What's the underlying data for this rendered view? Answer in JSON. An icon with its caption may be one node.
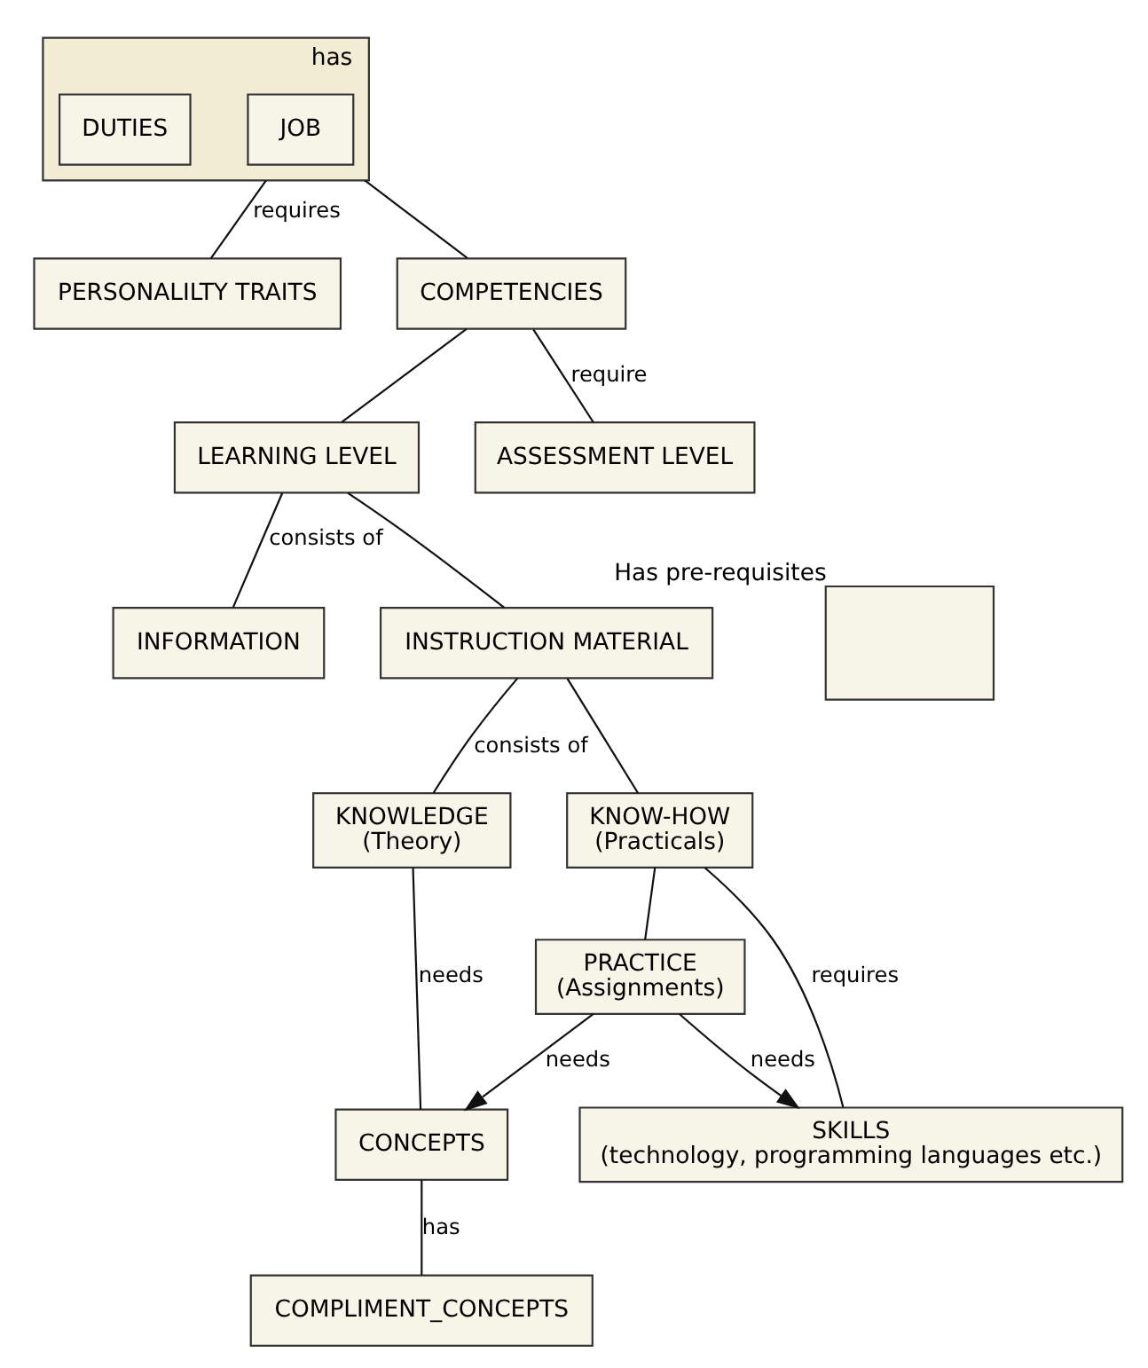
{
  "diagram": {
    "nodes": [
      {
        "text": [
          "has"
        ]
      },
      {
        "text": [
          "JOB"
        ],
        "in": 0
      },
      {
        "text": [
          "DUTIES"
        ],
        "in": 0
      },
      {
        "text": [
          "PERSONALILTY TRAITS"
        ]
      },
      {
        "text": [
          "COMPETENCIES"
        ]
      },
      {
        "text": [
          "LEARNING LEVEL"
        ]
      },
      {
        "text": [
          "ASSESSMENT LEVEL"
        ]
      },
      {
        "text": [
          "INFORMATION"
        ]
      },
      {
        "text": [
          "INSTRUCTION MATERIAL"
        ]
      },
      {
        "text": [
          "Has pre-requisites"
        ]
      },
      {
        "text": [
          "KNOWLEDGE",
          "(Theory)"
        ]
      },
      {
        "text": [
          "KNOW-HOW",
          "(Practicals)"
        ]
      },
      {
        "text": [
          "CONCEPTS"
        ]
      },
      {
        "text": [
          "COMPLIMENT_CONCEPTS"
        ]
      },
      {
        "text": [
          "PRACTICE",
          "(Assignments)"
        ]
      },
      {
        "text": [
          "SKILLS",
          "(technology, programming languages etc.)"
        ]
      }
    ],
    "edges": [
      {
        "from": 0,
        "to": 3,
        "arrow": "none",
        "label": "requires"
      },
      {
        "from": 0,
        "to": 4,
        "arrow": "none"
      },
      {
        "from": 4,
        "to": 5,
        "arrow": "none"
      },
      {
        "from": 4,
        "to": 6,
        "arrow": "none",
        "label": "require"
      },
      {
        "from": 5,
        "to": 7,
        "arrow": "none",
        "label": "consists of"
      },
      {
        "from": 5,
        "to": 8,
        "arrow": "none"
      },
      {
        "from": 8,
        "to": 10,
        "arrow": "none",
        "label": "consists of"
      },
      {
        "from": 8,
        "to": 11,
        "arrow": "none"
      },
      {
        "from": 10,
        "to": 12,
        "arrow": "none",
        "label": "needs"
      },
      {
        "from": 12,
        "to": 13,
        "arrow": "none",
        "label": "has"
      },
      {
        "from": 14,
        "to": 12,
        "arrow": "to",
        "label": "needs"
      },
      {
        "from": 14,
        "to": 15,
        "arrow": "to",
        "label": "needs"
      },
      {
        "from": 11,
        "to": 14,
        "arrow": "none"
      },
      {
        "from": 11,
        "to": 15,
        "arrow": "none",
        "label": "requires"
      }
    ]
  }
}
